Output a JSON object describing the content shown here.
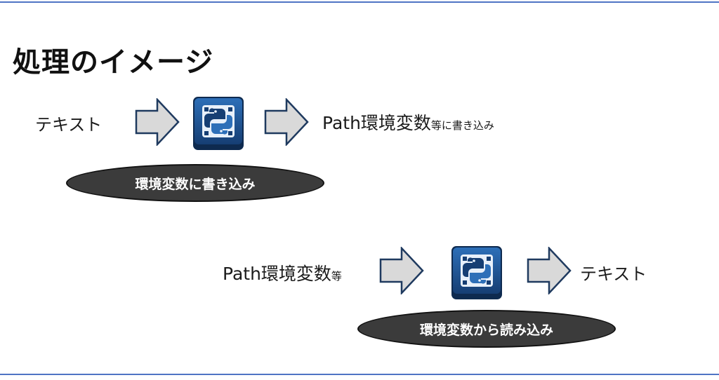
{
  "title": "処理のイメージ",
  "flow_write": {
    "input": "テキスト",
    "output_main": "Path環境変数",
    "output_small": "等に書き込み",
    "label": "環境変数に書き込み"
  },
  "flow_read": {
    "input_main": "Path環境変数",
    "input_small": "等",
    "output": "テキスト",
    "label": "環境変数から読み込み"
  },
  "icons": {
    "arrow": "right-block-arrow-icon",
    "program": "python-logo-icon"
  },
  "colors": {
    "rule": "#4f74c4",
    "pill_fill": "#3b3b3b",
    "pill_text": "#ffffff",
    "arrow_fill": "#d9d9d9",
    "arrow_stroke": "#1f3a5f",
    "logo_bg": "#1e4e8c"
  }
}
